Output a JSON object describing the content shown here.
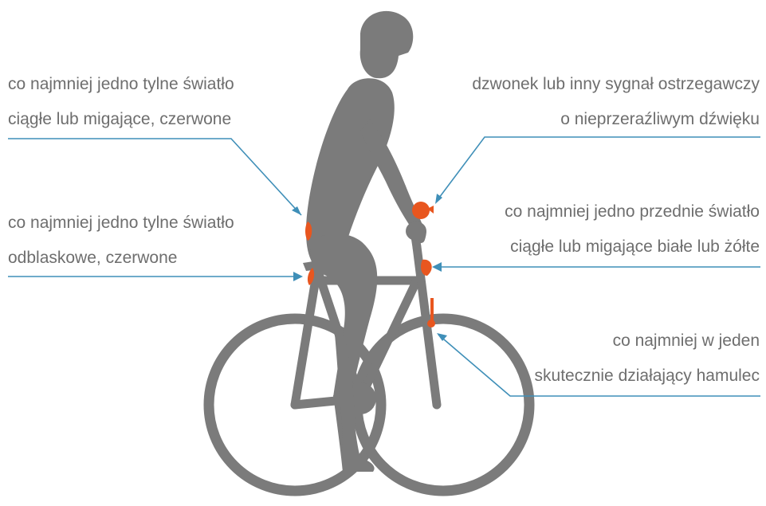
{
  "colors": {
    "silhouette": "#7b7b7b",
    "accent_red": "#e8561f",
    "leader_line": "#3f8fb8",
    "text": "#6e6e6e"
  },
  "annotations": {
    "rear_light": {
      "line1": "co najmniej jedno tylne światło",
      "line2": "ciągłe lub migające, czerwone"
    },
    "rear_reflector": {
      "line1": "co najmniej jedno tylne światło",
      "line2": "odblaskowe, czerwone"
    },
    "bell": {
      "line1": "dzwonek lub inny sygnał ostrzegawczy",
      "line2": "o nieprzeraźliwym dźwięku"
    },
    "front_light": {
      "line1": "co najmniej jedno przednie światło",
      "line2": "ciągłe lub migające białe lub żółte"
    },
    "brake": {
      "line1": "co najmniej w jeden",
      "line2": "skutecznie działający hamulec"
    }
  }
}
